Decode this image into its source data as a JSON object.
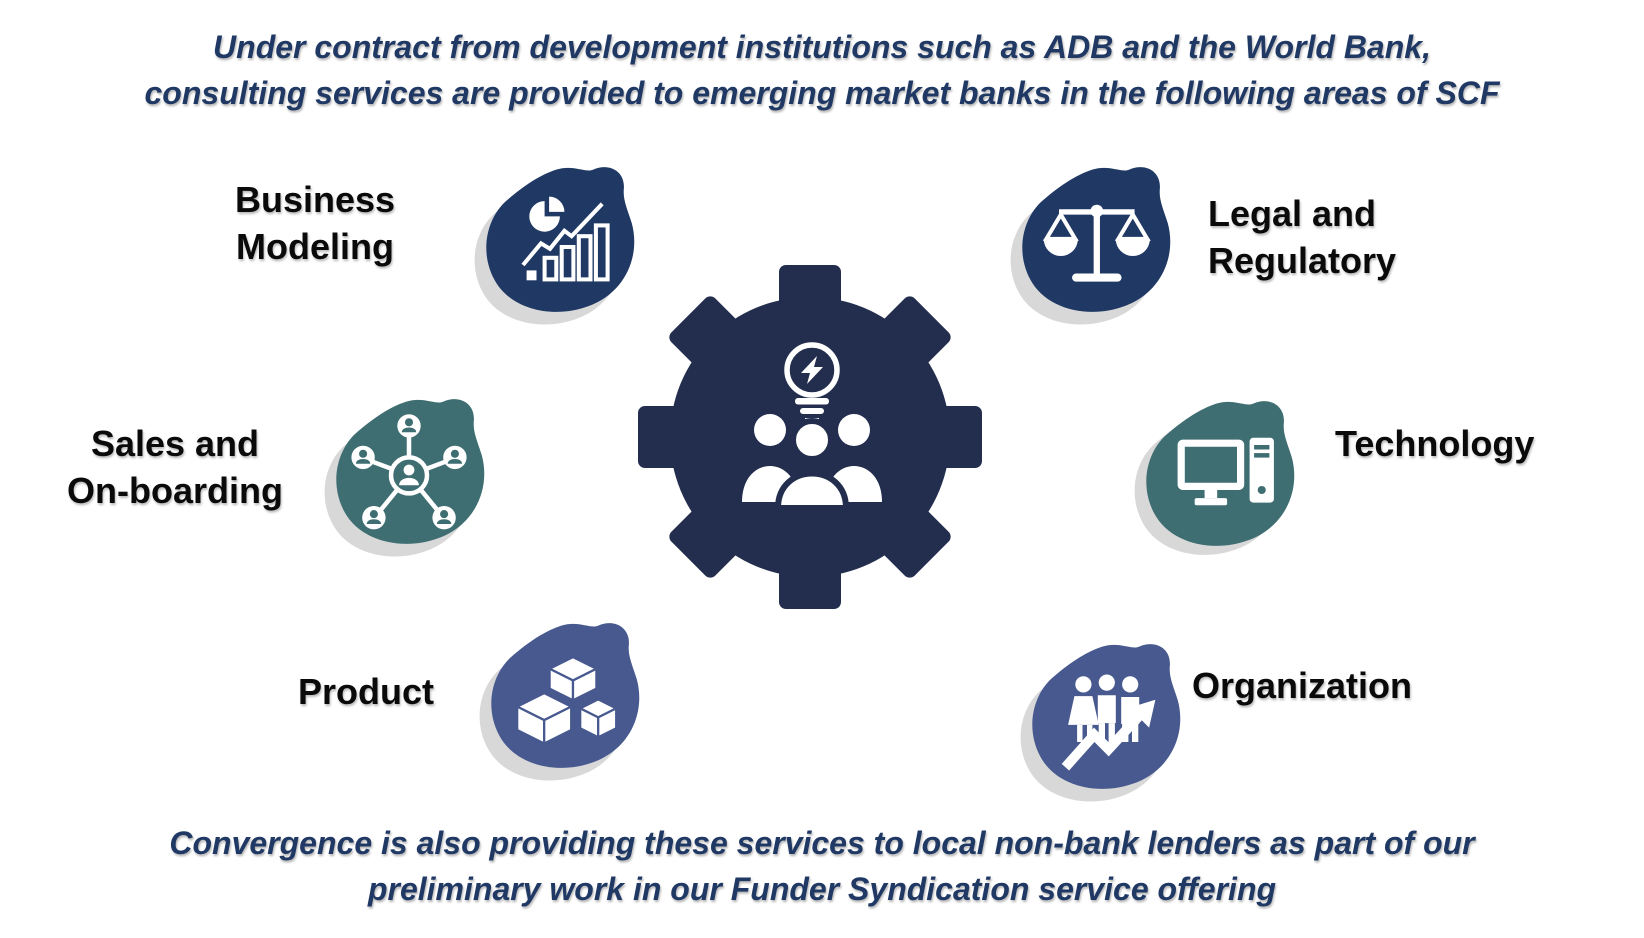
{
  "colors": {
    "navy_text": "#1F3864",
    "blob_navy": "#1F3864",
    "blob_teal": "#3E6E72",
    "blob_blue": "#47598F",
    "gear_navy": "#232E4E",
    "shadow_gray": "#D8D8D8"
  },
  "header": {
    "line1": "Under contract from development institutions such as ADB and the World Bank,",
    "line2": "consulting services are provided to emerging market banks in the following areas of SCF"
  },
  "footer": {
    "line1": "Convergence is also providing these services to local non-bank lenders as part of our",
    "line2": "preliminary work in our Funder Syndication service offering"
  },
  "center": {
    "icon": "gear-icon",
    "inner_icons": [
      "lightbulb-bolt-icon",
      "team-icon"
    ]
  },
  "areas": {
    "business_modeling": {
      "label": "Business\nModeling",
      "icon": "pie-bar-chart-icon"
    },
    "legal_regulatory": {
      "label": "Legal and\nRegulatory",
      "icon": "scales-icon"
    },
    "sales_onboarding": {
      "label": "Sales and\nOn-boarding",
      "icon": "people-network-icon"
    },
    "technology": {
      "label": "Technology",
      "icon": "computer-icon"
    },
    "product": {
      "label": "Product",
      "icon": "cubes-icon"
    },
    "organization": {
      "label": "Organization",
      "icon": "people-growth-arrow-icon"
    }
  }
}
